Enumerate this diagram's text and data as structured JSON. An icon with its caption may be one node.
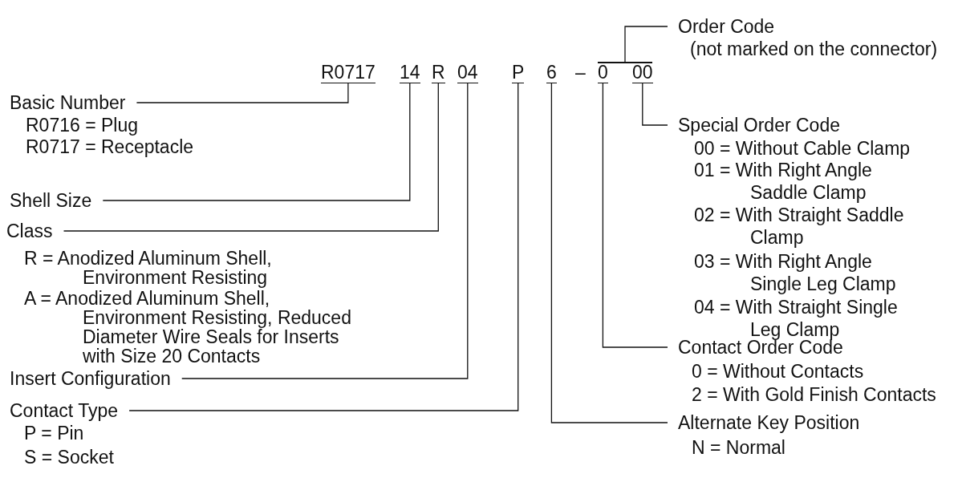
{
  "diagram": {
    "nodes": [
      {
        "text": [
          "R0717"
        ]
      },
      {
        "text": [
          "14"
        ]
      },
      {
        "text": [
          "R"
        ]
      },
      {
        "text": [
          "04"
        ]
      },
      {
        "text": [
          "P"
        ]
      },
      {
        "text": [
          "6"
        ]
      },
      {
        "text": [
          "0"
        ]
      },
      {
        "text": [
          "00"
        ]
      },
      {
        "text": [],
        "shape": "bar"
      },
      {
        "text": [
          "Order Code"
        ],
        "beside": [
          "(not marked on the connector)"
        ]
      },
      {
        "text": [
          "Special Order Code"
        ],
        "beside": [
          "00 = Without Cable Clamp",
          "01 = With Right Angle Saddle Clamp",
          "02 = With Straight Saddle Clamp",
          "03 = With Right Angle Single Leg Clamp",
          "04 = With Straight Single Leg Clamp"
        ]
      },
      {
        "text": [
          "Basic Number"
        ],
        "beside": [
          "R0716 = Plug",
          "R0717 = Receptacle"
        ]
      },
      {
        "text": [
          "Shell Size"
        ]
      },
      {
        "text": [
          "Class"
        ],
        "beside": [
          "R = Anodized Aluminum Shell, Environment Resisting",
          "A = Anodized Aluminum Shell, Environment Resisting, Reduced Diameter Wire Seals for Inserts with Size 20 Contacts"
        ]
      },
      {
        "text": [
          "Contact Order Code"
        ],
        "beside": [
          "0 = Without Contacts",
          "2 = With Gold Finish Contacts"
        ]
      },
      {
        "text": [
          "Insert Configuration"
        ]
      },
      {
        "text": [
          "Alternate Key Position"
        ],
        "beside": [
          "N = Normal"
        ]
      },
      {
        "text": [
          "Contact Type"
        ],
        "beside": [
          "P = Pin",
          "S = Socket"
        ]
      }
    ],
    "edges": [
      {
        "from": 9,
        "to": 8,
        "arrow": "none"
      },
      {
        "from": 10,
        "to": 7,
        "arrow": "none"
      },
      {
        "from": 11,
        "to": 0,
        "arrow": "none"
      },
      {
        "from": 12,
        "to": 1,
        "arrow": "none"
      },
      {
        "from": 13,
        "to": 2,
        "arrow": "none"
      },
      {
        "from": 14,
        "to": 6,
        "arrow": "none"
      },
      {
        "from": 15,
        "to": 3,
        "arrow": "none"
      },
      {
        "from": 16,
        "to": 5,
        "arrow": "none"
      },
      {
        "from": 17,
        "to": 4,
        "arrow": "none"
      }
    ],
    "labels": [
      "–"
    ]
  }
}
